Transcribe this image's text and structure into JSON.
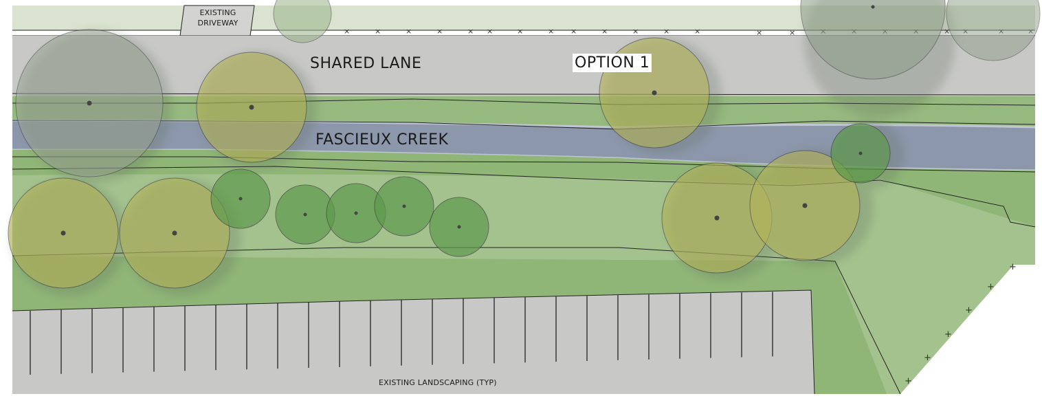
{
  "title": "OPTION 1",
  "labels": {
    "shared_lane": "SHARED LANE",
    "creek": "FASCIEUX CREEK",
    "driveway_line1": "EXISTING",
    "driveway_line2": "DRIVEWAY",
    "landscaping": "EXISTING LANDSCAPING (TYP)"
  },
  "colors": {
    "pavement": "#c8c8c6",
    "grass": "#8fb577",
    "grass_light": "#a9c795",
    "creek": "#8c97ab",
    "tree_yellow": "#b4b45a",
    "tree_green": "#5e9a4c",
    "tree_grey": "#9aa595",
    "line": "#222222"
  },
  "icons": [
    "deciduous-tree-icon",
    "fence-x-marker-icon"
  ]
}
